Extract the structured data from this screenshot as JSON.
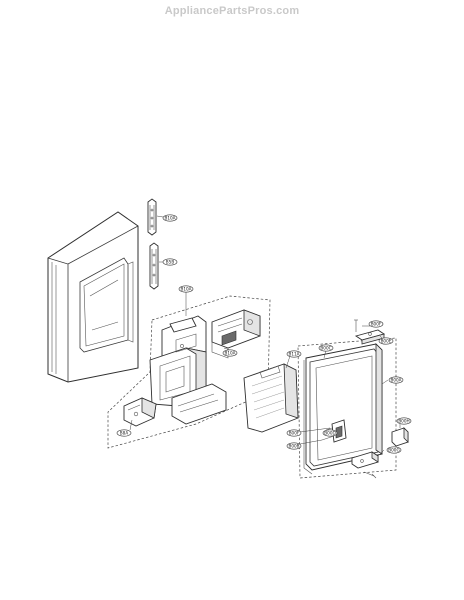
{
  "watermark": "AppliancePartsPros.com",
  "callouts": [
    {
      "id": "c1",
      "label": "B10A"
    },
    {
      "id": "c2",
      "label": "B5B"
    },
    {
      "id": "c3",
      "label": "B10A"
    },
    {
      "id": "c4",
      "label": "B10A"
    },
    {
      "id": "c5",
      "label": "B8A"
    },
    {
      "id": "c6",
      "label": "B11A"
    },
    {
      "id": "c7",
      "label": "B00F"
    },
    {
      "id": "c8",
      "label": "B00E"
    },
    {
      "id": "c9",
      "label": "B00C"
    },
    {
      "id": "c10",
      "label": "B00A"
    },
    {
      "id": "c11",
      "label": "B00F"
    },
    {
      "id": "c12",
      "label": "B00D"
    },
    {
      "id": "c13",
      "label": "B00B"
    },
    {
      "id": "c14",
      "label": "B00H"
    },
    {
      "id": "c15",
      "label": "B00G"
    }
  ]
}
